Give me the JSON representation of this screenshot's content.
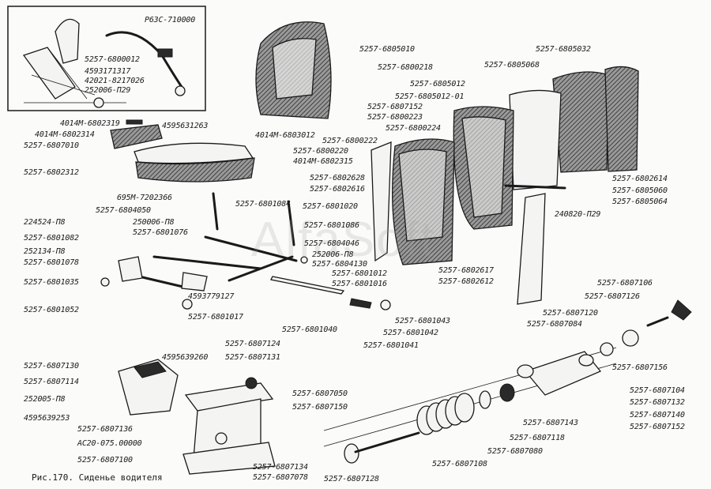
{
  "figure": {
    "caption": "Рис.170. Сиденье водителя",
    "watermark": "AlfaSoft"
  },
  "labels": [
    {
      "id": "l01",
      "text": "Р63С-710000"
    },
    {
      "id": "l02",
      "text": "5257-6800012"
    },
    {
      "id": "l03",
      "text": "4593171317"
    },
    {
      "id": "l04",
      "text": "42021-8217026"
    },
    {
      "id": "l05",
      "text": "252006-П29"
    },
    {
      "id": "l06",
      "text": "4595631263"
    },
    {
      "id": "l07",
      "text": "4014М-6802319"
    },
    {
      "id": "l08",
      "text": "4014М-6802314"
    },
    {
      "id": "l09",
      "text": "5257-6807010"
    },
    {
      "id": "l10",
      "text": "5257-6805010"
    },
    {
      "id": "l11",
      "text": "5257-6800218"
    },
    {
      "id": "l12",
      "text": "5257-6807152"
    },
    {
      "id": "l13",
      "text": "5257-6800223"
    },
    {
      "id": "l14",
      "text": "5257-6800224"
    },
    {
      "id": "l15",
      "text": "5257-6800222"
    },
    {
      "id": "l16",
      "text": "4014М-6803012"
    },
    {
      "id": "l17",
      "text": "5257-6800220"
    },
    {
      "id": "l18",
      "text": "4014М-6802315"
    },
    {
      "id": "l19",
      "text": "5257-6802312"
    },
    {
      "id": "l20",
      "text": "5257-6805068"
    },
    {
      "id": "l21",
      "text": "5257-6805032"
    },
    {
      "id": "l22",
      "text": "5257-6805012"
    },
    {
      "id": "l23",
      "text": "5257-6805012-01"
    },
    {
      "id": "l24",
      "text": "5257-6802628"
    },
    {
      "id": "l25",
      "text": "5257-6802616"
    },
    {
      "id": "l26",
      "text": "5257-6802614"
    },
    {
      "id": "l27",
      "text": "5257-6805060"
    },
    {
      "id": "l28",
      "text": "5257-6805064"
    },
    {
      "id": "l29",
      "text": "240820-П29"
    },
    {
      "id": "l30",
      "text": "695М-7202366"
    },
    {
      "id": "l31",
      "text": "5257-6804050"
    },
    {
      "id": "l32",
      "text": "250006-П8"
    },
    {
      "id": "l33",
      "text": "5257-6801076"
    },
    {
      "id": "l34",
      "text": "224524-П8"
    },
    {
      "id": "l35",
      "text": "5257-6801082"
    },
    {
      "id": "l36",
      "text": "252134-П8"
    },
    {
      "id": "l37",
      "text": "5257-6801078"
    },
    {
      "id": "l38",
      "text": "5257-6801084"
    },
    {
      "id": "l39",
      "text": "5257-6801020"
    },
    {
      "id": "l40",
      "text": "5257-6801086"
    },
    {
      "id": "l41",
      "text": "5257-6804046"
    },
    {
      "id": "l42",
      "text": "252006-П8"
    },
    {
      "id": "l43",
      "text": "5257-6804130"
    },
    {
      "id": "l44",
      "text": "5257-6801012"
    },
    {
      "id": "l45",
      "text": "5257-6801016"
    },
    {
      "id": "l46",
      "text": "5257-6802617"
    },
    {
      "id": "l47",
      "text": "5257-6802612"
    },
    {
      "id": "l48",
      "text": "5257-6801035"
    },
    {
      "id": "l49",
      "text": "5257-6801052"
    },
    {
      "id": "l50",
      "text": "4593779127"
    },
    {
      "id": "l51",
      "text": "5257-6801017"
    },
    {
      "id": "l52",
      "text": "5257-6801040"
    },
    {
      "id": "l53",
      "text": "5257-6801043"
    },
    {
      "id": "l54",
      "text": "5257-6801042"
    },
    {
      "id": "l55",
      "text": "5257-6801041"
    },
    {
      "id": "l56",
      "text": "5257-6807106"
    },
    {
      "id": "l57",
      "text": "5257-6807126"
    },
    {
      "id": "l58",
      "text": "5257-6807120"
    },
    {
      "id": "l59",
      "text": "5257-6807084"
    },
    {
      "id": "l60",
      "text": "5257-6807156"
    },
    {
      "id": "l61",
      "text": "5257-6807104"
    },
    {
      "id": "l62",
      "text": "5257-6807132"
    },
    {
      "id": "l63",
      "text": "5257-6807140"
    },
    {
      "id": "l64",
      "text": "5257-6807152"
    },
    {
      "id": "l65",
      "text": "5257-6807124"
    },
    {
      "id": "l66",
      "text": "4595639260"
    },
    {
      "id": "l67",
      "text": "5257-6807131"
    },
    {
      "id": "l68",
      "text": "5257-6807130"
    },
    {
      "id": "l69",
      "text": "5257-6807114"
    },
    {
      "id": "l70",
      "text": "252005-П8"
    },
    {
      "id": "l71",
      "text": "4595639253"
    },
    {
      "id": "l72",
      "text": "5257-6807050"
    },
    {
      "id": "l73",
      "text": "5257-6807150"
    },
    {
      "id": "l74",
      "text": "5257-6807136"
    },
    {
      "id": "l75",
      "text": "АС20-075.00000"
    },
    {
      "id": "l76",
      "text": "5257-6807100"
    },
    {
      "id": "l77",
      "text": "5257-6807134"
    },
    {
      "id": "l78",
      "text": "5257-6807078"
    },
    {
      "id": "l79",
      "text": "5257-6807128"
    },
    {
      "id": "l80",
      "text": "5257-6807108"
    },
    {
      "id": "l81",
      "text": "5257-6807080"
    },
    {
      "id": "l82",
      "text": "5257-6807118"
    },
    {
      "id": "l83",
      "text": "5257-6807143"
    }
  ]
}
